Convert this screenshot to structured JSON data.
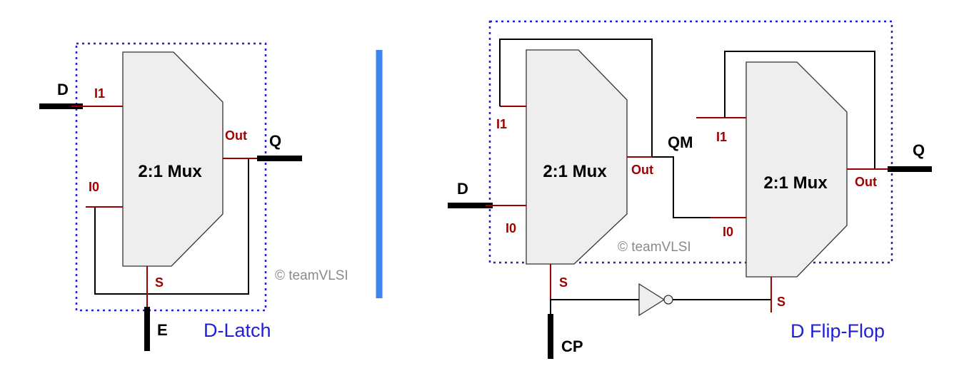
{
  "latch": {
    "input_d": "D",
    "input_e": "E",
    "output_q": "Q",
    "mux_label": "2:1 Mux",
    "pin_i1": "I1",
    "pin_i0": "I0",
    "pin_out": "Out",
    "pin_s": "S",
    "watermark": "© teamVLSI",
    "caption": "D-Latch"
  },
  "flipflop": {
    "input_d": "D",
    "input_cp": "CP",
    "output_q": "Q",
    "node_qm": "QM",
    "master": {
      "mux_label": "2:1 Mux",
      "pin_i1": "I1",
      "pin_i0": "I0",
      "pin_out": "Out",
      "pin_s": "S"
    },
    "slave": {
      "mux_label": "2:1 Mux",
      "pin_i1": "I1",
      "pin_i0": "I0",
      "pin_out": "Out",
      "pin_s": "S"
    },
    "watermark": "© teamVLSI",
    "caption": "D Flip-Flop"
  },
  "colors": {
    "box_border": "#1f1fd6",
    "separator": "#3d86f0",
    "pin_wire": "#9b0000",
    "mux_fill": "#eeeeee"
  }
}
